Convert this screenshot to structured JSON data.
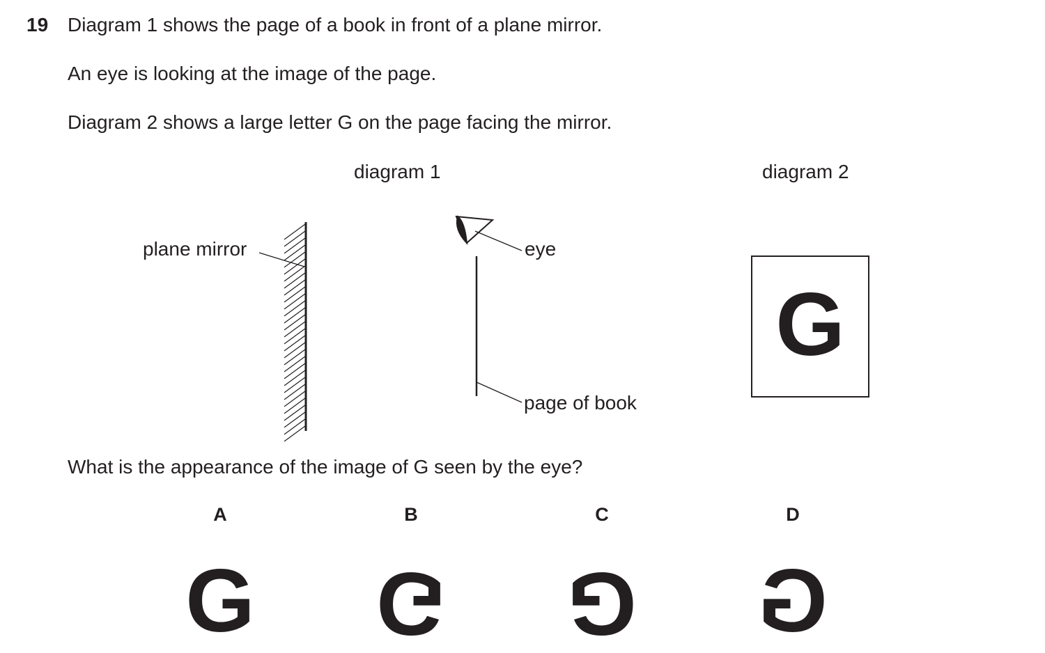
{
  "question": {
    "number": "19",
    "line1": "Diagram 1 shows the page of a book in front of a plane mirror.",
    "line2": "An eye is looking at the image of the page.",
    "line3": "Diagram 2 shows a large letter G on the page facing the mirror.",
    "prompt": "What is the appearance of the image of G seen by the eye?"
  },
  "diagram1": {
    "title": "diagram 1",
    "labels": {
      "mirror": "plane mirror",
      "eye": "eye",
      "page": "page of book"
    },
    "icons": [
      "mirror-hatching",
      "eye-icon"
    ]
  },
  "diagram2": {
    "title": "diagram 2",
    "letter": "G"
  },
  "options": [
    {
      "label": "A",
      "glyph": "G",
      "orientation": "normal"
    },
    {
      "label": "B",
      "glyph": "G",
      "orientation": "upside-down"
    },
    {
      "label": "C",
      "glyph": "G",
      "orientation": "rotated-180"
    },
    {
      "label": "D",
      "glyph": "G",
      "orientation": "mirrored"
    }
  ],
  "colors": {
    "ink": "#231f20",
    "background": "#ffffff"
  }
}
